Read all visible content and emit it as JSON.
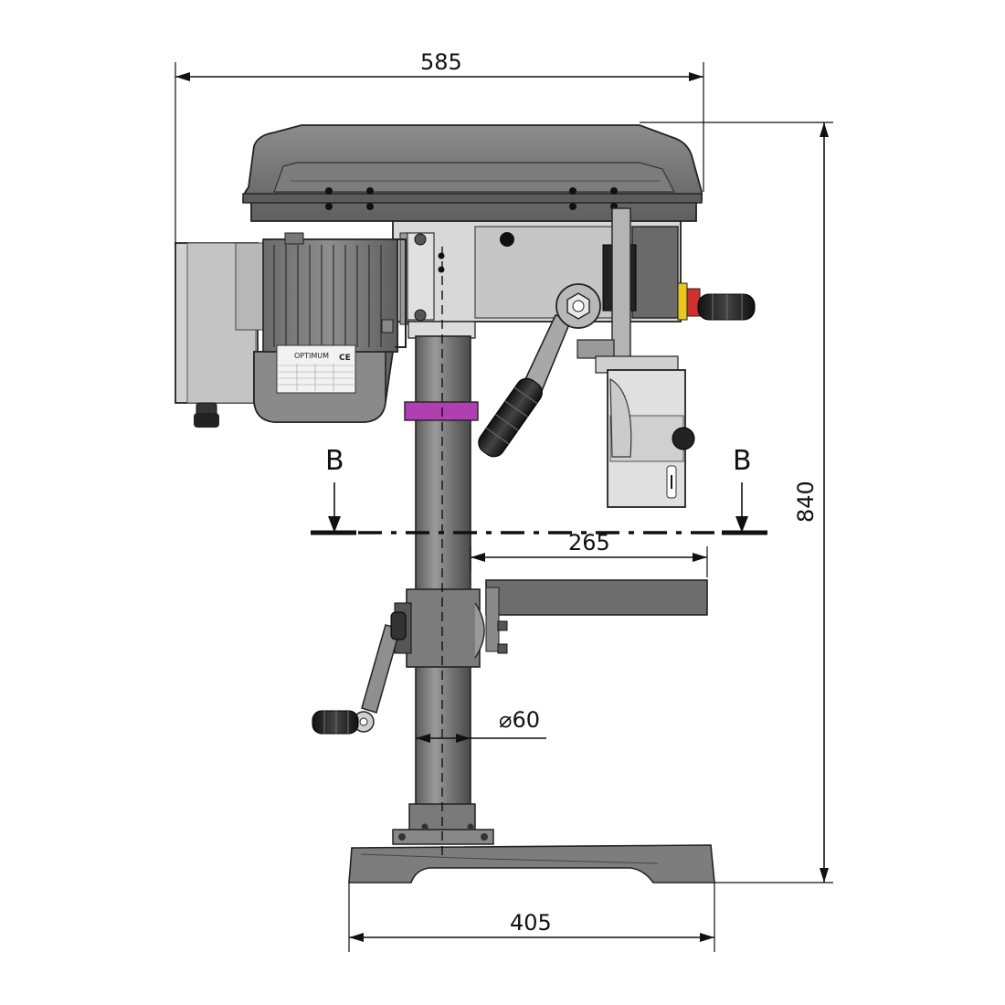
{
  "dimensions": {
    "overall_width": "585",
    "overall_height": "840",
    "table_reach": "265",
    "column_diameter": "⌀60",
    "base_width": "405"
  },
  "section": {
    "left_label": "B",
    "right_label": "B"
  },
  "motor_plate": {
    "brand": "OPTIMUM",
    "ce_mark": "CE"
  },
  "colors": {
    "casting": "#6e6e6e",
    "casting_light": "#8a8a8a",
    "column": "#7a7a7a",
    "steel_light": "#d4d4d4",
    "handle": "#2b2b2b",
    "depth_stop_ring": "#b040b0",
    "switch_yellow": "#e8c820",
    "switch_red": "#d03030",
    "line": "#111111"
  }
}
